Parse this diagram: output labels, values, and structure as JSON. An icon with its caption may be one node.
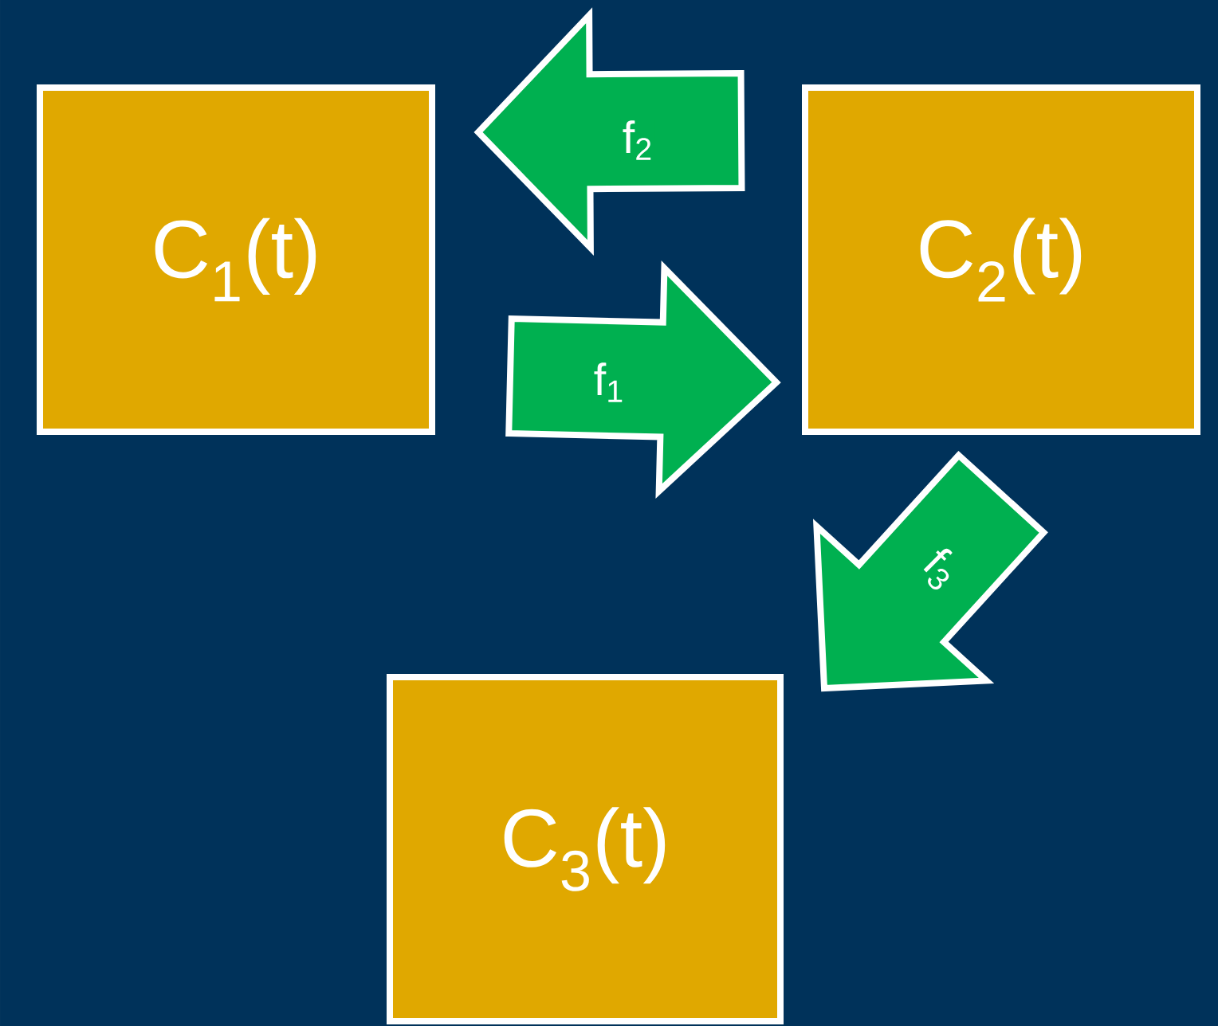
{
  "diagram": {
    "nodes": [
      {
        "text": [
          "C$_{1}$(t)"
        ]
      },
      {
        "text": [
          "C$_{2}$(t)"
        ]
      },
      {
        "text": [
          "C$_{3}$(t)"
        ]
      }
    ],
    "edges": [
      {
        "from": 0,
        "to": 1,
        "arrow": "to",
        "label": "f$_{1}$"
      },
      {
        "from": 1,
        "to": 0,
        "arrow": "to",
        "label": "f$_{2}$"
      },
      {
        "from": 1,
        "to": 2,
        "arrow": "to",
        "label": "f$_{3}$"
      }
    ]
  }
}
